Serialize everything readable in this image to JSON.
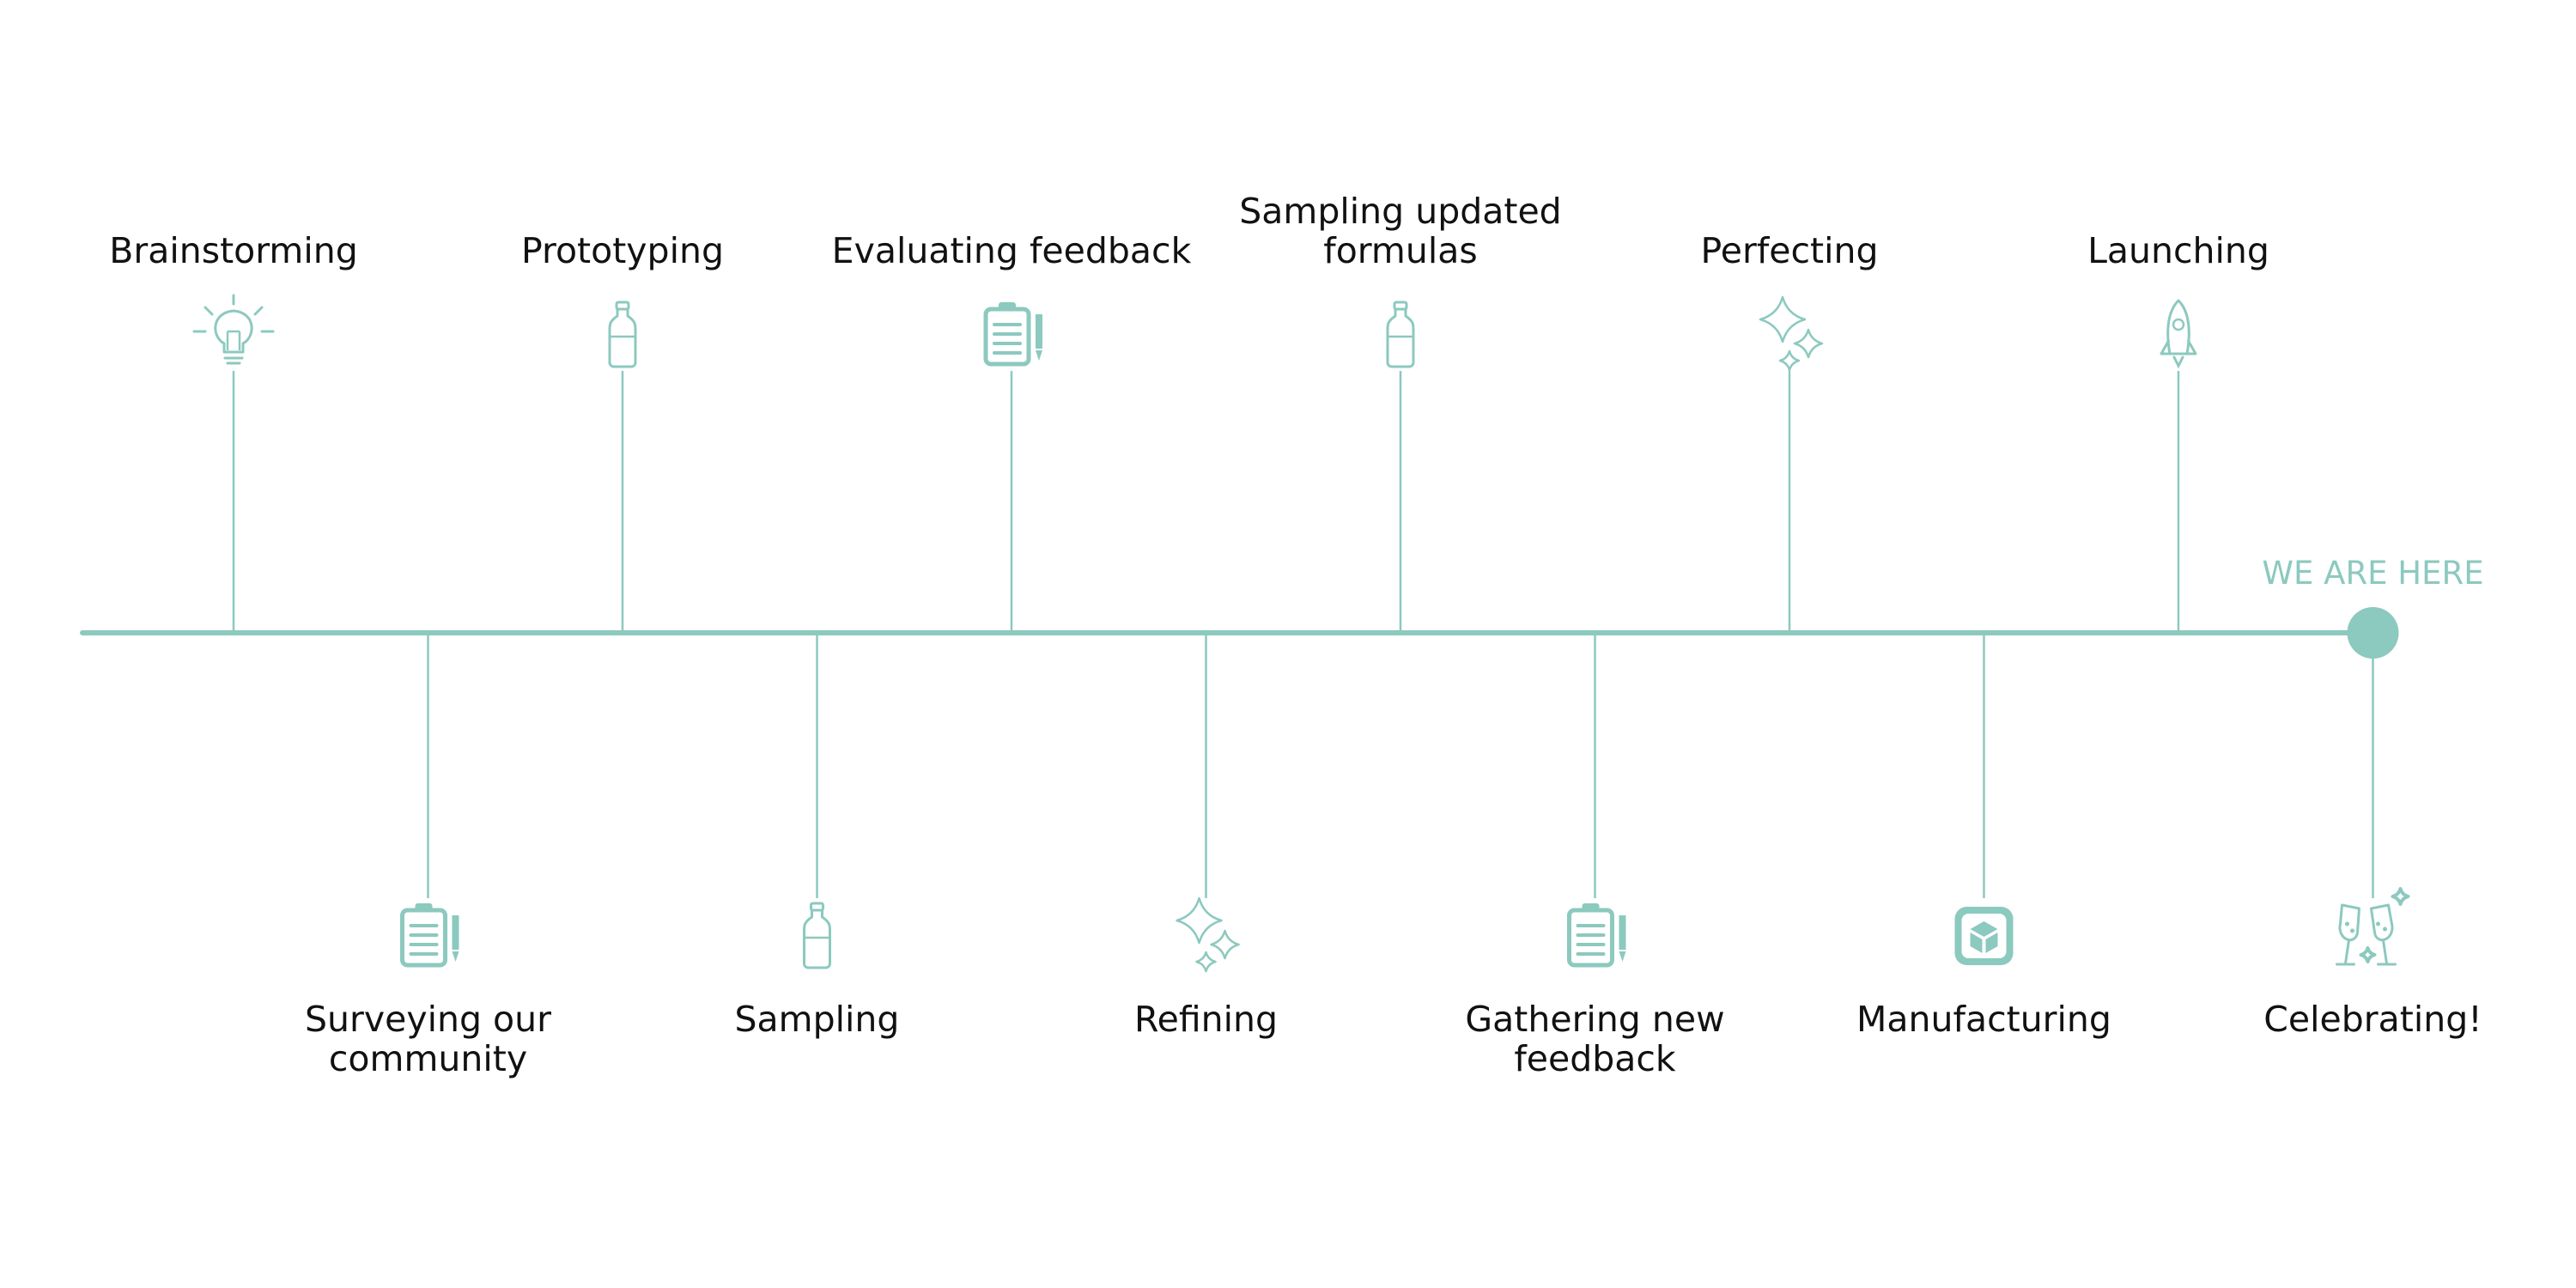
{
  "colors": {
    "accent": "#8cc9bf",
    "text": "#111111"
  },
  "marker": {
    "label": "WE ARE HERE"
  },
  "milestones": [
    {
      "label": "Brainstorming",
      "position": "top",
      "icon": "lightbulb-icon"
    },
    {
      "label": "Surveying our community",
      "position": "bottom",
      "icon": "clipboard-icon"
    },
    {
      "label": "Prototyping",
      "position": "top",
      "icon": "bottle-icon"
    },
    {
      "label": "Sampling",
      "position": "bottom",
      "icon": "bottle-icon"
    },
    {
      "label": "Evaluating feedback",
      "position": "top",
      "icon": "clipboard-icon"
    },
    {
      "label": "Refining",
      "position": "bottom",
      "icon": "sparkles-icon"
    },
    {
      "label": "Sampling updated formulas",
      "position": "top",
      "icon": "bottle-icon"
    },
    {
      "label": "Gathering new feedback",
      "position": "bottom",
      "icon": "clipboard-icon"
    },
    {
      "label": "Perfecting",
      "position": "top",
      "icon": "sparkles-icon"
    },
    {
      "label": "Manufacturing",
      "position": "bottom",
      "icon": "box-icon"
    },
    {
      "label": "Launching",
      "position": "top",
      "icon": "rocket-icon"
    },
    {
      "label": "Celebrating!",
      "position": "bottom",
      "icon": "champagne-icon"
    }
  ]
}
